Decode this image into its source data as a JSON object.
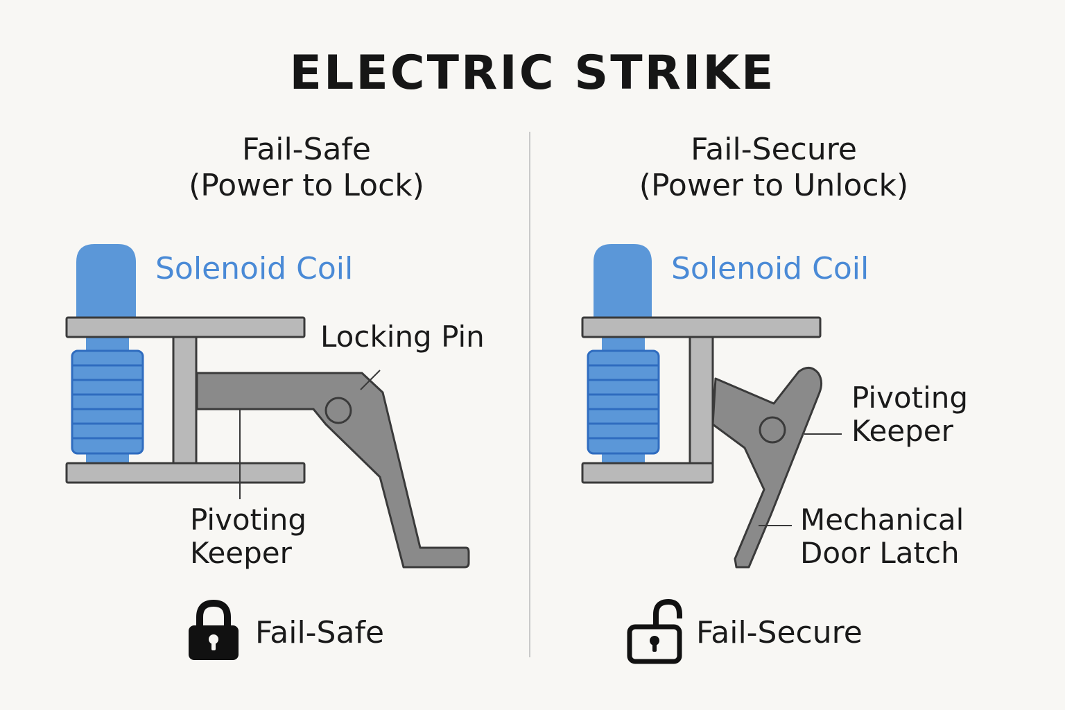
{
  "title": "ELECTRIC STRIKE",
  "left": {
    "heading_line1": "Fail-Safe",
    "heading_line2": "(Power to Lock)",
    "coil_label": "Solenoid Coil",
    "pin_label": "Locking Pin",
    "keeper_line1": "Pivoting",
    "keeper_line2": "Keeper",
    "legend_text": "Fail-Safe",
    "legend_icon": "closed-padlock-icon"
  },
  "right": {
    "heading_line1": "Fail-Secure",
    "heading_line2": "(Power to Unlock)",
    "coil_label": "Solenoid Coil",
    "keeper_line1": "Pivoting",
    "keeper_line2": "Keeper",
    "latch_line1": "Mechanical",
    "latch_line2": "Door Latch",
    "legend_text": "Fail-Secure",
    "legend_icon": "open-padlock-icon"
  },
  "colors": {
    "coil_blue": "#5b97d8",
    "coil_outline": "#2f6cbf",
    "frame_gray": "#b9b9b9",
    "keeper_gray": "#8a8a8a",
    "outline": "#3a3a3a"
  }
}
